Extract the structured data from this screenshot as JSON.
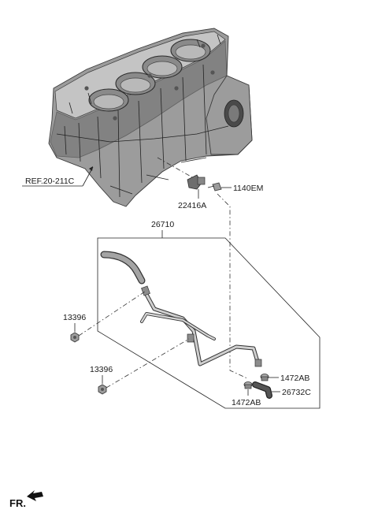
{
  "diagram": {
    "labels": {
      "ref": "REF.20-211C",
      "sensor": "22416A",
      "bolt_sensor": "1140EM",
      "pipe_assembly": "26710",
      "nut_upper": "13396",
      "nut_lower": "13396",
      "clamp_right": "1472AB",
      "clamp_bottom": "1472AB",
      "elbow_hose": "26732C",
      "front_indicator": "FR."
    }
  }
}
